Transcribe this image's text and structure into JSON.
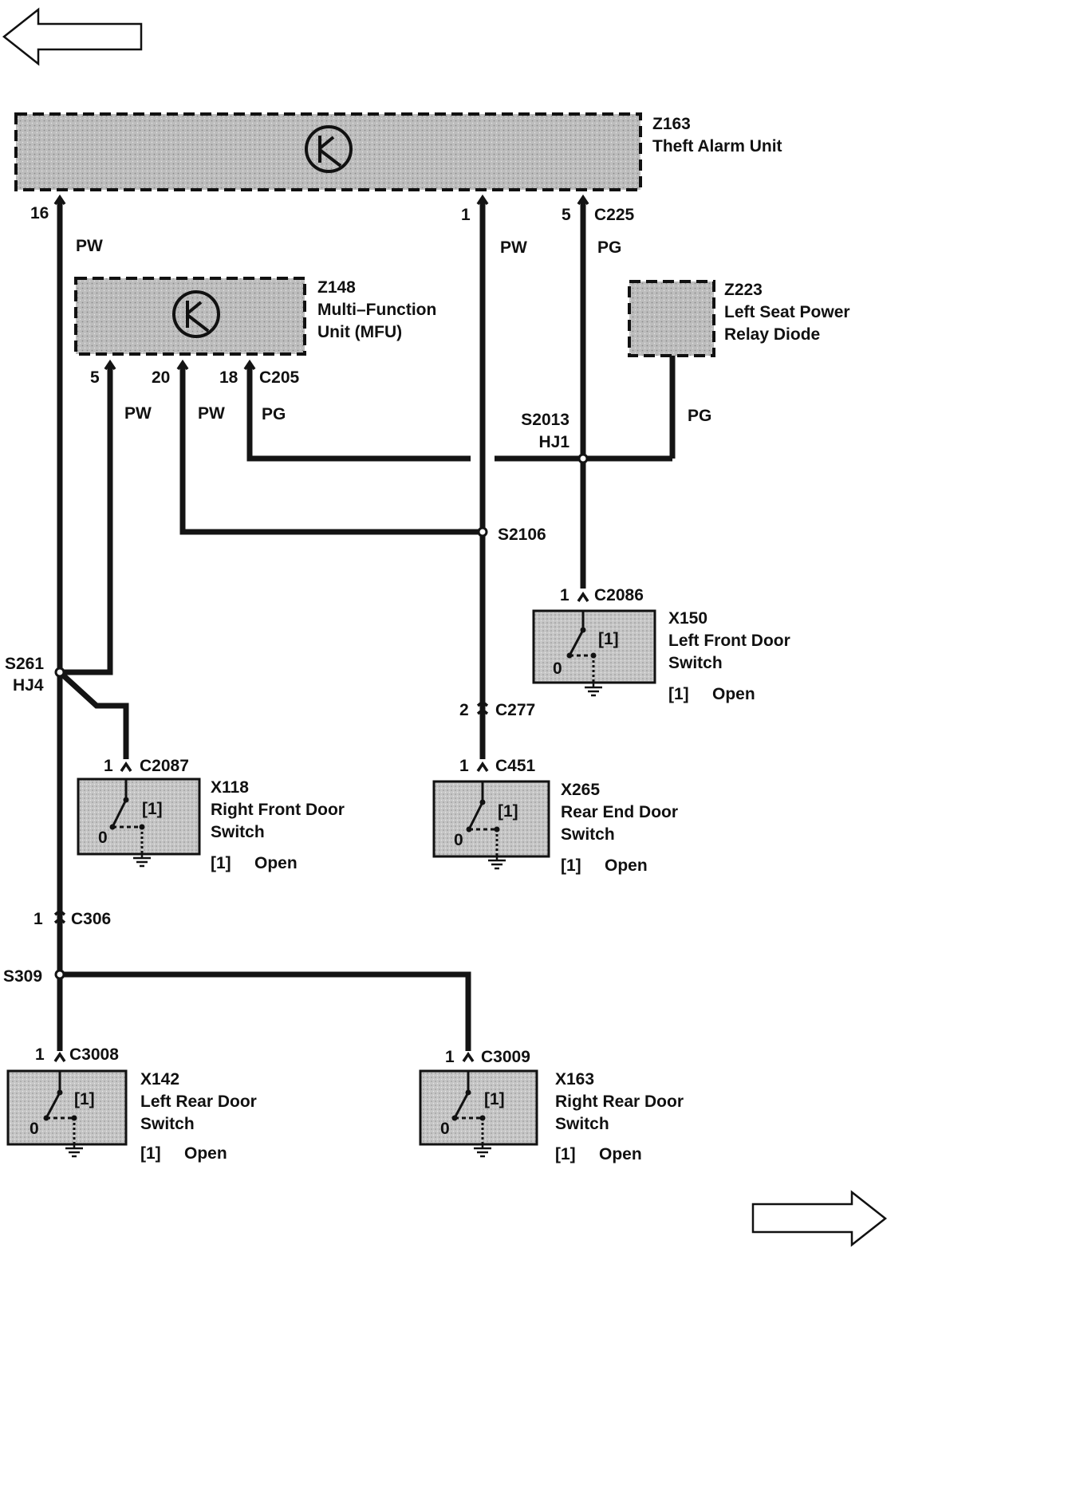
{
  "components": {
    "theft_alarm_unit": {
      "id": "Z163",
      "name": "Theft Alarm Unit"
    },
    "mfu": {
      "id": "Z148",
      "name_line1": "Multi–Function",
      "name_line2": "Unit (MFU)"
    },
    "relay_diode": {
      "id": "Z223",
      "name_line1": "Left Seat Power",
      "name_line2": "Relay Diode"
    },
    "left_front_door_switch": {
      "id": "X150",
      "name_line1": "Left Front Door",
      "name_line2": "Switch",
      "state_label": "[1]",
      "state_value": "Open",
      "pos_open": "0",
      "pos_closed": "[1]"
    },
    "right_front_door_switch": {
      "id": "X118",
      "name_line1": "Right Front Door",
      "name_line2": "Switch",
      "state_label": "[1]",
      "state_value": "Open",
      "pos_open": "0",
      "pos_closed": "[1]"
    },
    "rear_end_door_switch": {
      "id": "X265",
      "name_line1": "Rear End Door",
      "name_line2": "Switch",
      "state_label": "[1]",
      "state_value": "Open",
      "pos_open": "0",
      "pos_closed": "[1]"
    },
    "left_rear_door_switch": {
      "id": "X142",
      "name_line1": "Left Rear Door",
      "name_line2": "Switch",
      "state_label": "[1]",
      "state_value": "Open",
      "pos_open": "0",
      "pos_closed": "[1]"
    },
    "right_rear_door_switch": {
      "id": "X163",
      "name_line1": "Right Rear Door",
      "name_line2": "Switch",
      "state_label": "[1]",
      "state_value": "Open",
      "pos_open": "0",
      "pos_closed": "[1]"
    }
  },
  "connectors": {
    "c225": "C225",
    "c205": "C205",
    "c2086": "C2086",
    "c2087": "C2087",
    "c277": "C277",
    "c451": "C451",
    "c306": "C306",
    "c3008": "C3008",
    "c3009": "C3009"
  },
  "pins": {
    "alarm_16": "16",
    "alarm_1": "1",
    "alarm_5": "5",
    "mfu_5": "5",
    "mfu_20": "20",
    "mfu_18": "18",
    "c2086_1": "1",
    "c2087_1": "1",
    "c277_2": "2",
    "c451_1": "1",
    "c306_1": "1",
    "c3008_1": "1",
    "c3009_1": "1"
  },
  "splices": {
    "s2013": "S2013",
    "hj1": "HJ1",
    "s2106": "S2106",
    "s261": "S261",
    "hj4": "HJ4",
    "s309": "S309"
  },
  "wire_colors": {
    "alarm16_pw": "PW",
    "alarm1_pw": "PW",
    "alarm5_pg": "PG",
    "mfu5_pw": "PW",
    "mfu20_pw": "PW",
    "mfu18_pg": "PG",
    "diode_pg": "PG"
  },
  "colors": {
    "wire": "#141414",
    "module_fill": "#b9b9b9",
    "switch_fill": "#c4c4c4",
    "border": "#111111"
  },
  "icons": {
    "nav_prev": "left-arrow-icon",
    "nav_next": "right-arrow-icon",
    "module": "transistor-icon",
    "ground": "ground-icon"
  }
}
